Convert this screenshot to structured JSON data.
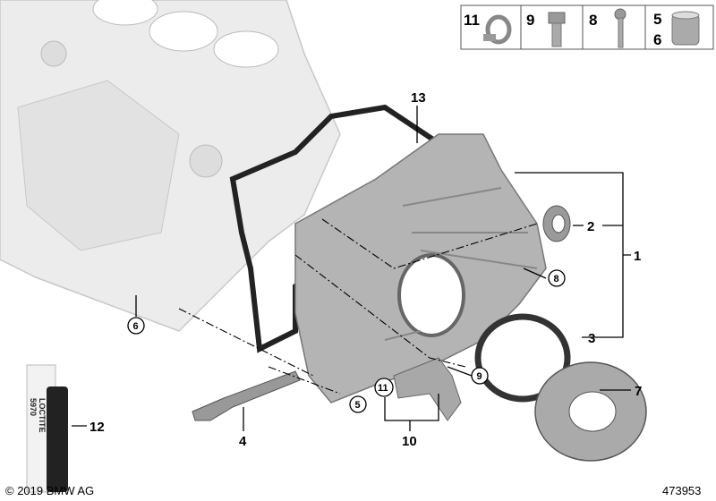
{
  "diagram": {
    "callouts": [
      {
        "id": "13",
        "label": "13",
        "circled": false
      },
      {
        "id": "2",
        "label": "2",
        "circled": false
      },
      {
        "id": "1",
        "label": "1",
        "circled": false
      },
      {
        "id": "8",
        "label": "8",
        "circled": true
      },
      {
        "id": "6",
        "label": "6",
        "circled": true
      },
      {
        "id": "3",
        "label": "3",
        "circled": false
      },
      {
        "id": "9",
        "label": "9",
        "circled": true
      },
      {
        "id": "11",
        "label": "11",
        "circled": true
      },
      {
        "id": "5",
        "label": "5",
        "circled": true
      },
      {
        "id": "7",
        "label": "7",
        "circled": false
      },
      {
        "id": "12",
        "label": "12",
        "circled": false
      },
      {
        "id": "4",
        "label": "4",
        "circled": false
      },
      {
        "id": "10",
        "label": "10",
        "circled": false
      }
    ],
    "legend": [
      {
        "label": "11",
        "icon": "hose-clamp-icon"
      },
      {
        "label": "9",
        "icon": "hex-bolt-icon"
      },
      {
        "label": "8",
        "icon": "long-bolt-icon"
      },
      {
        "label_top": "5",
        "label_bottom": "6",
        "icon": "sleeve-icon"
      }
    ],
    "sealant_text": {
      "brand": "LOCTITE",
      "number": "5970"
    },
    "copyright": "© 2019 BMW AG",
    "diagram_number": "473953"
  }
}
